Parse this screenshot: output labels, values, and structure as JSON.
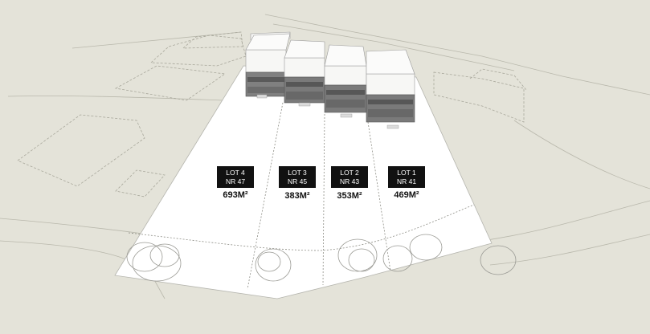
{
  "lots": [
    {
      "id": "lot4",
      "lot": "LOT 4",
      "nr": "NR 47",
      "area": "693M²"
    },
    {
      "id": "lot3",
      "lot": "LOT 3",
      "nr": "NR 45",
      "area": "383M²"
    },
    {
      "id": "lot2",
      "lot": "LOT 2",
      "nr": "NR 43",
      "area": "353M²"
    },
    {
      "id": "lot1",
      "lot": "LOT 1",
      "nr": "NR 41",
      "area": "469M²"
    }
  ],
  "colors": {
    "background": "#e4e3d9",
    "plot": "#ffffff",
    "label_box": "#111111",
    "label_text": "#ffffff"
  }
}
